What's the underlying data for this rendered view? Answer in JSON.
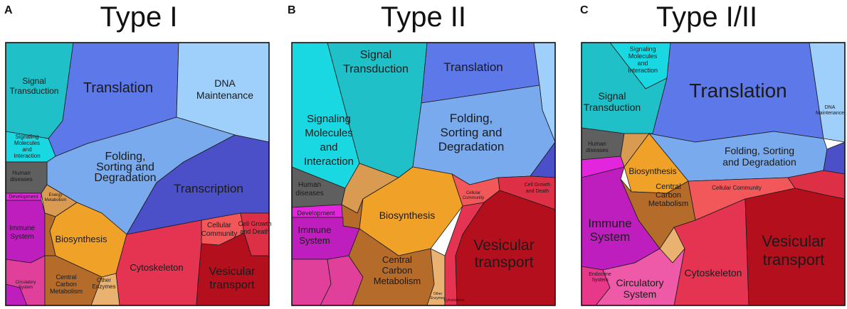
{
  "panels": [
    {
      "letter": "A",
      "title": "Type I",
      "colors": {
        "signal_transduction": "#1fc0c8",
        "translation": "#5d78e8",
        "dna_maintenance": "#9fd0fb",
        "signaling_molecules": "#19d8e2",
        "folding": "#79aaee",
        "transcription": "#4b50c9",
        "human_diseases": "#5f5f5f",
        "development": "#e326de",
        "energy_metabolism": "#d99b52",
        "immune_system": "#bf1ebf",
        "biosynthesis": "#f0a128",
        "cellular_community": "#f2585a",
        "cell_growth": "#dd3046",
        "circulatory_system": "#e0409a",
        "central_carbon": "#b56b2a",
        "other_enzymes": "#eab270",
        "cytoskeleton": "#e43452",
        "vesicular_transport": "#b40f1d"
      },
      "labels": {
        "signal_transduction": [
          "Signal",
          "Transduction"
        ],
        "translation": [
          "Translation"
        ],
        "dna_maintenance": [
          "DNA",
          "Maintenance"
        ],
        "signaling_molecules": [
          "Signaling",
          "Molecules",
          "and",
          "Interaction"
        ],
        "folding": [
          "Folding,",
          "Sorting and",
          "Degradation"
        ],
        "transcription": [
          "Transcription"
        ],
        "human_diseases": [
          "Human",
          "diseases"
        ],
        "development": [
          "Development"
        ],
        "energy_metabolism": [
          "Energy",
          "Metabolism"
        ],
        "immune_system": [
          "Immune",
          "System"
        ],
        "biosynthesis": [
          "Biosynthesis"
        ],
        "cellular_community": [
          "Cellular",
          "Community"
        ],
        "cell_growth": [
          "Cell Growth",
          "and Death"
        ],
        "circulatory_system": [
          "Circulatory",
          "System"
        ],
        "central_carbon": [
          "Central",
          "Carbon",
          "Metabolism"
        ],
        "other_enzymes": [
          "Other",
          "Enzymes"
        ],
        "cytoskeleton": [
          "Cytoskeleton"
        ],
        "vesicular_transport": [
          "Vesicular",
          "transport"
        ]
      }
    },
    {
      "letter": "B",
      "title": "Type II",
      "colors": {
        "signal_transduction": "#1fc0c8",
        "translation": "#5d78e8",
        "signaling_molecules": "#19d8e2",
        "folding": "#79aaee",
        "dna_sliver": "#9fd0fb",
        "transcription_sliver": "#4b50c9",
        "human_diseases": "#5f5f5f",
        "development": "#e326de",
        "biosynthesis": "#f0a128",
        "immune_system": "#bf1ebf",
        "cellular_community": "#f2585a",
        "cell_growth": "#dd3046",
        "central_carbon": "#b56b2a",
        "other_enzymes": "#eab270",
        "cytoskeleton": "#e43452",
        "vesicular_transport": "#b40f1d",
        "energy_small": "#d99b52",
        "circulatory_small": "#e0409a"
      },
      "labels": {
        "signal_transduction": [
          "Signal",
          "Transduction"
        ],
        "translation": [
          "Translation"
        ],
        "signaling_molecules": [
          "Signaling",
          "Molecules",
          "and",
          "Interaction"
        ],
        "folding": [
          "Folding,",
          "Sorting and",
          "Degradation"
        ],
        "human_diseases": [
          "Human",
          "diseases"
        ],
        "development": [
          "Development"
        ],
        "biosynthesis": [
          "Biosynthesis"
        ],
        "immune_system": [
          "Immune",
          "System"
        ],
        "cellular_community": [
          "Cellular",
          "Community"
        ],
        "cell_growth": [
          "Cell Growth",
          "and Death"
        ],
        "central_carbon": [
          "Central",
          "Carbon",
          "Metabolism"
        ],
        "other_enzymes": [
          "Other",
          "Enzymes"
        ],
        "cytoskeleton": [
          "Cytoskeleton"
        ],
        "vesicular_transport": [
          "Vesicular",
          "transport"
        ]
      }
    },
    {
      "letter": "C",
      "title": "Type I/II",
      "colors": {
        "signaling_molecules": "#19d8e2",
        "signal_transduction": "#1fc0c8",
        "translation": "#5d78e8",
        "dna_maintenance": "#9fd0fb",
        "human_diseases": "#5f5f5f",
        "folding": "#79aaee",
        "transcription_sliver": "#4b50c9",
        "biosynthesis": "#f0a128",
        "energy_small": "#d99b52",
        "development_small": "#e326de",
        "central_carbon": "#b56b2a",
        "cellular_community": "#f2585a",
        "immune_system": "#bf1ebf",
        "cytoskeleton": "#e43452",
        "vesicular_transport": "#b40f1d",
        "cell_growth_small": "#dd3046",
        "endocrine_system": "#e8388a",
        "circulatory_system": "#ee5aa8",
        "other_enzymes": "#eab270"
      },
      "labels": {
        "signaling_molecules": [
          "Signaling",
          "Molecules",
          "and",
          "Interaction"
        ],
        "signal_transduction": [
          "Signal",
          "Transduction"
        ],
        "translation": [
          "Translation"
        ],
        "dna_maintenance": [
          "DNA",
          "Maintenance"
        ],
        "human_diseases": [
          "Human",
          "diseases"
        ],
        "folding": [
          "Folding, Sorting",
          "and Degradation"
        ],
        "biosynthesis": [
          "Biosynthesis"
        ],
        "central_carbon": [
          "Central",
          "Carbon",
          "Metabolism"
        ],
        "cellular_community": [
          "Cellular Community"
        ],
        "immune_system": [
          "Immune",
          "System"
        ],
        "cytoskeleton": [
          "Cytoskeleton"
        ],
        "vesicular_transport": [
          "Vesicular",
          "transport"
        ],
        "endocrine_system": [
          "Endocrine",
          "System"
        ],
        "circulatory_system": [
          "Circulatory",
          "System"
        ]
      }
    }
  ]
}
